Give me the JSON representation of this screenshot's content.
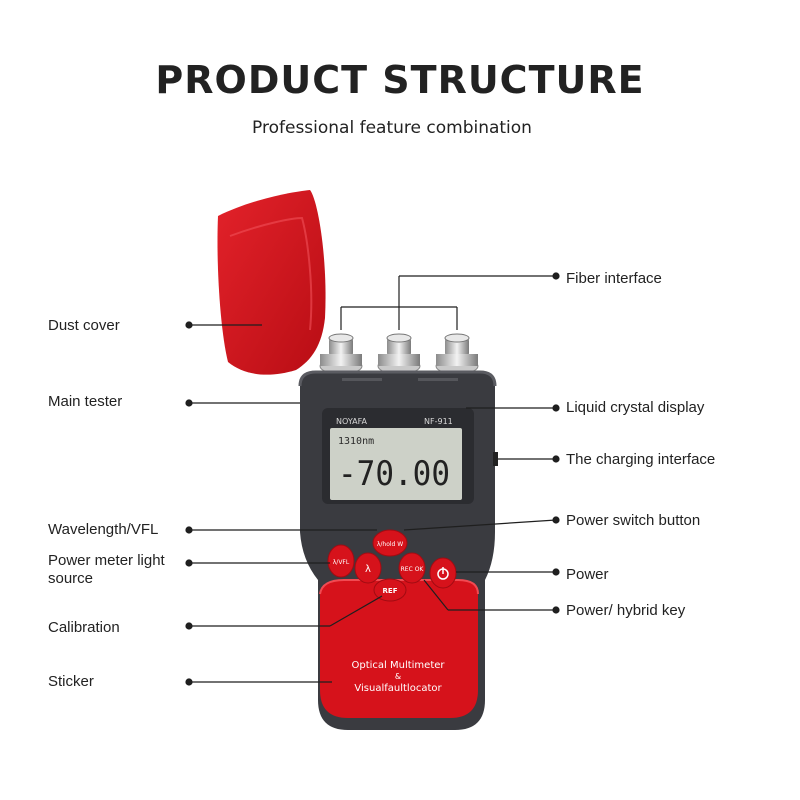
{
  "header": {
    "title": "PRODUCT STRUCTURE",
    "subtitle": "Professional feature combination"
  },
  "device": {
    "brand": "NOYAFA",
    "model": "NF-911",
    "lcd_wavelength": "1310nm",
    "lcd_value": "-70.00",
    "buttons": {
      "top": "λ/hold W",
      "left": "λ/VFL",
      "middle": "λ",
      "right": "REC OK",
      "bottom": "REF"
    },
    "sticker_line1": "Optical Multimeter",
    "sticker_line2": "&",
    "sticker_line3": "Visualfaultlocator",
    "colors": {
      "body": "#3a3b40",
      "red": "#d6121b",
      "lcd": "#cdd1c8"
    }
  },
  "callouts": {
    "left": [
      {
        "id": "dust-cover",
        "text": "Dust cover"
      },
      {
        "id": "main-tester",
        "text": "Main tester"
      },
      {
        "id": "wavelength-vfl",
        "text": "Wavelength/VFL"
      },
      {
        "id": "power-meter-light-source",
        "text": "Power meter light source"
      },
      {
        "id": "calibration",
        "text": "Calibration"
      },
      {
        "id": "sticker",
        "text": "Sticker"
      }
    ],
    "right": [
      {
        "id": "fiber-interface",
        "text": "Fiber interface"
      },
      {
        "id": "liquid-crystal-display",
        "text": "Liquid crystal display"
      },
      {
        "id": "charging-interface",
        "text": "The charging interface"
      },
      {
        "id": "power-switch-button",
        "text": "Power switch button"
      },
      {
        "id": "power",
        "text": "Power"
      },
      {
        "id": "power-hybrid-key",
        "text": "Power/ hybrid key"
      }
    ]
  }
}
